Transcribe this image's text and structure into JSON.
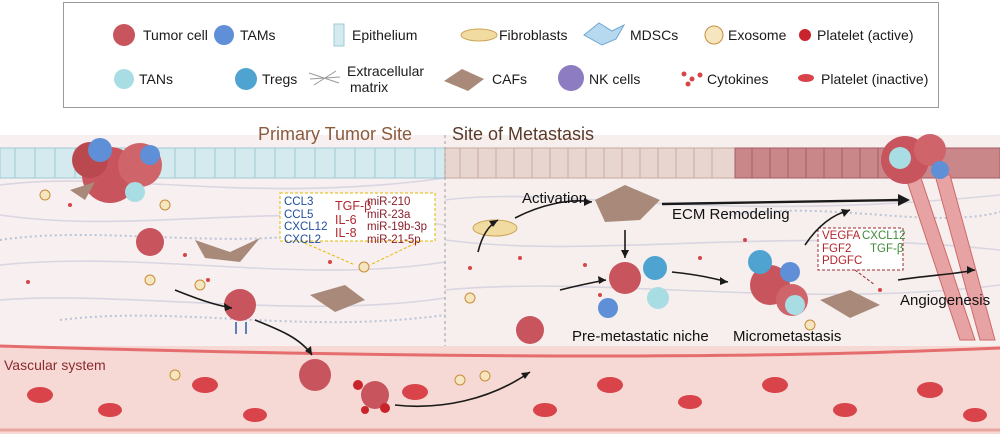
{
  "legend": {
    "tumor_cell": "Tumor cell",
    "tams": "TAMs",
    "epithelium": "Epithelium",
    "fibroblasts": "Fibroblasts",
    "mdscs": "MDSCs",
    "exosome": "Exosome",
    "platelet_active": "Platelet (active)",
    "tans": "TANs",
    "tregs": "Tregs",
    "ecm_line1": "Extracellular",
    "ecm_line2": "matrix",
    "cafs": "CAFs",
    "nk_cells": "NK cells",
    "cytokines": "Cytokines",
    "platelet_inactive": "Platelet (inactive)"
  },
  "regions": {
    "primary": "Primary Tumor Site",
    "metastasis": "Site of Metastasis",
    "vascular": "Vascular system"
  },
  "primary_factors": {
    "chemokines": [
      "CCL3",
      "CCL5",
      "CXCL12",
      "CXCL2"
    ],
    "cytokines": [
      "TGF-β",
      "IL-6",
      "IL-8"
    ],
    "mirnas": [
      "miR-210",
      "miR-23a",
      "miR-19b-3p",
      "miR-21-5p"
    ]
  },
  "metastasis_factors": {
    "red": [
      "VEGFA",
      "FGF2",
      "PDGFC"
    ],
    "green": [
      "CXCL12",
      "TGF-β"
    ]
  },
  "process_labels": {
    "activation": "Activation",
    "ecm_remodeling": "ECM Remodeling",
    "pre_metastatic_niche": "Pre-metastatic niche",
    "micrometastasis": "Micrometastasis",
    "angiogenesis": "Angiogenesis"
  },
  "colors": {
    "tumor": "#c8545d",
    "tam": "#5f8fd6",
    "treg": "#4fa3d1",
    "tan": "#a8dde3",
    "caf": "#a98a7a",
    "fibroblast": "#f2dba0",
    "mdsc": "#b7d9ef",
    "nk": "#8d7cc2",
    "epithelium": "#cfe6ec",
    "vessel": "#f6d7d3",
    "rbc": "#d9434a",
    "chemokine_text": "#1f4e9c",
    "cytokine_text": "#b3262b",
    "mirna_text": "#8a1f2c",
    "green_text": "#3f8a3a"
  }
}
